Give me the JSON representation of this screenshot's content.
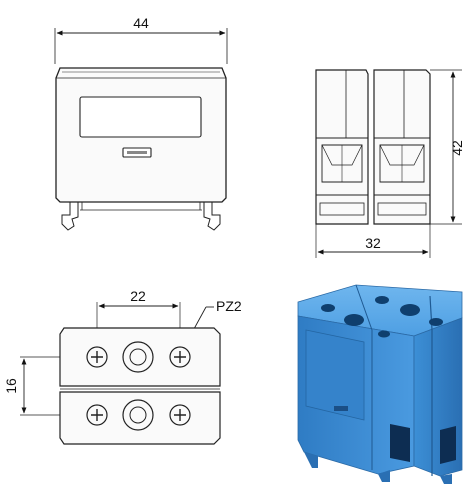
{
  "front_view": {
    "width_label": "44"
  },
  "side_view": {
    "height_label": "42",
    "width_label": "32"
  },
  "top_view": {
    "spacing_label": "22",
    "row_label": "16",
    "screw_label": "PZ2"
  },
  "photo": {
    "color": "#3f8fd4"
  }
}
